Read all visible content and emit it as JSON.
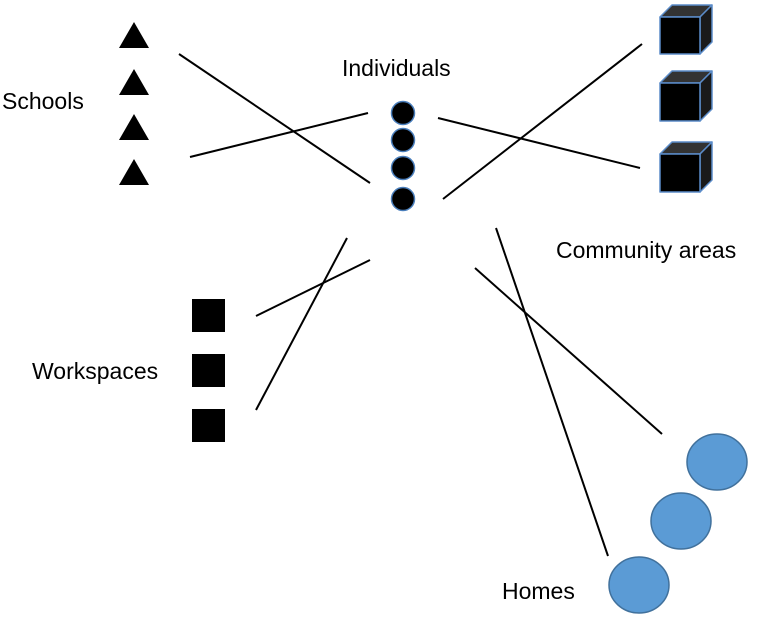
{
  "labels": {
    "schools": "Schools",
    "individuals": "Individuals",
    "community_areas": "Community areas",
    "workspaces": "Workspaces",
    "homes": "Homes"
  },
  "groups": {
    "schools": {
      "count": 4,
      "shape": "triangle-icon",
      "fill": "#000000"
    },
    "individuals": {
      "count": 4,
      "shape": "circle-icon",
      "fill": "#000000",
      "stroke": "#4a7ebb"
    },
    "community_areas": {
      "count": 3,
      "shape": "cube-icon",
      "fill": "#000000",
      "top_fill": "#333333",
      "side_fill": "#1a1a1a",
      "stroke": "#5b8cc9"
    },
    "workspaces": {
      "count": 3,
      "shape": "square-icon",
      "fill": "#000000"
    },
    "homes": {
      "count": 3,
      "shape": "circle-icon",
      "fill": "#5b9bd5",
      "stroke": "#41719c"
    }
  },
  "connector_color": "#000000"
}
